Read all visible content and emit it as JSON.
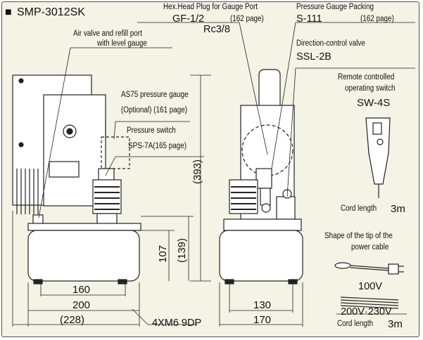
{
  "title": "SMP-3012SK",
  "title_marker": "■",
  "callouts": {
    "hex_head_plug": "Hex.Head Plug for Gauge Port",
    "hex_head_plug_code": "GF-1/2",
    "hex_head_plug_page": "(162 page)",
    "hex_head_plug_alt": "Rc3/8",
    "gauge_packing": "Pressure Gauge Packing",
    "gauge_packing_code": "S-111",
    "gauge_packing_page": "(162 page)",
    "direction_valve": "Direction-control valve",
    "direction_valve_code": "SSL-2B",
    "air_valve_line1": "Air valve and refill port",
    "air_valve_line2": "with level gauge",
    "as75_line1": "AS75 pressure gauge",
    "as75_line2": "(Optional) (161 page)",
    "pressure_switch": "Pressure switch",
    "pressure_switch_code": "SPS-7A(165 page)",
    "remote_line1": "Remote controlled",
    "remote_line2": "operating switch",
    "remote_code": "SW-4S",
    "cord_length_label": "Cord length",
    "cord_length_value": "3m",
    "tip_line1": "Shape of the tip of the",
    "tip_line2": "power cable",
    "plug_100v": "100V",
    "plug_200v": "200V·230V",
    "cord_length_label_2": "Cord length",
    "cord_length_value_2": "3m",
    "bolt_spec": "4XM6 9DP"
  },
  "dimensions": {
    "height_393": "(393)",
    "height_139": "(139)",
    "height_107": "107",
    "width_160": "160",
    "width_200": "200",
    "width_228": "(228)",
    "width_130": "130",
    "width_170": "170"
  },
  "colors": {
    "background": "#f4f3e6",
    "frame": "#555555",
    "body_fill": "#ffffff",
    "line": "#222222"
  }
}
